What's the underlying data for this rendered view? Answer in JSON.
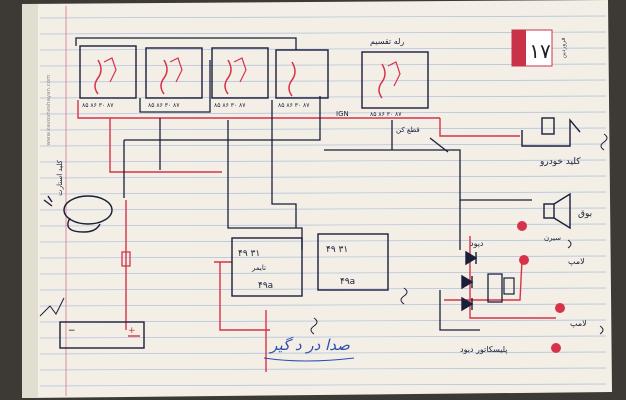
{
  "page_header": {
    "day_number": "۱۷",
    "side_text": "فروردین",
    "url": "www.kavosheshayan.com"
  },
  "relays": [
    {
      "pins": "۸۵ ۸۶ ۳۰ ۸۷"
    },
    {
      "pins": "۸۵ ۸۶ ۳۰ ۸۷"
    },
    {
      "pins": "۸۵ ۸۶ ۳۰ ۸۷"
    },
    {
      "pins": "۸۵ ۸۶ ۳۰ ۸۷"
    },
    {
      "title": "رله تقسیم",
      "pins": "۸۵ ۸۶ ۳۰ ۸۷"
    }
  ],
  "labels": {
    "ign_pin": "IGN",
    "relay_left_top": "۴۹  ۳۱",
    "relay_left_mid": "تایمر",
    "relay_left_bottom": "۴۹a",
    "relay_right_top": "۴۹  ۳۱",
    "relay_right_bottom": "۴۹a",
    "cutoff": "قطع کن",
    "siren": "سیرن",
    "buzzer": "بوق",
    "switch": "کلید خودرو",
    "diode_label": "دیود",
    "door_switch_top": "لامپ",
    "door_switch_bottom": "لامپ",
    "capacitor_label": "پلیسکاتور دیود",
    "bottom_caption": "صدا در د گیر",
    "ignition": "کلید استارت"
  },
  "colors": {
    "paper": "#f3efe6",
    "blue_line": "#9bb0d6",
    "red_wire": "#d6334a",
    "ink": "#1a1f3a",
    "cover": "#3d3a36"
  }
}
